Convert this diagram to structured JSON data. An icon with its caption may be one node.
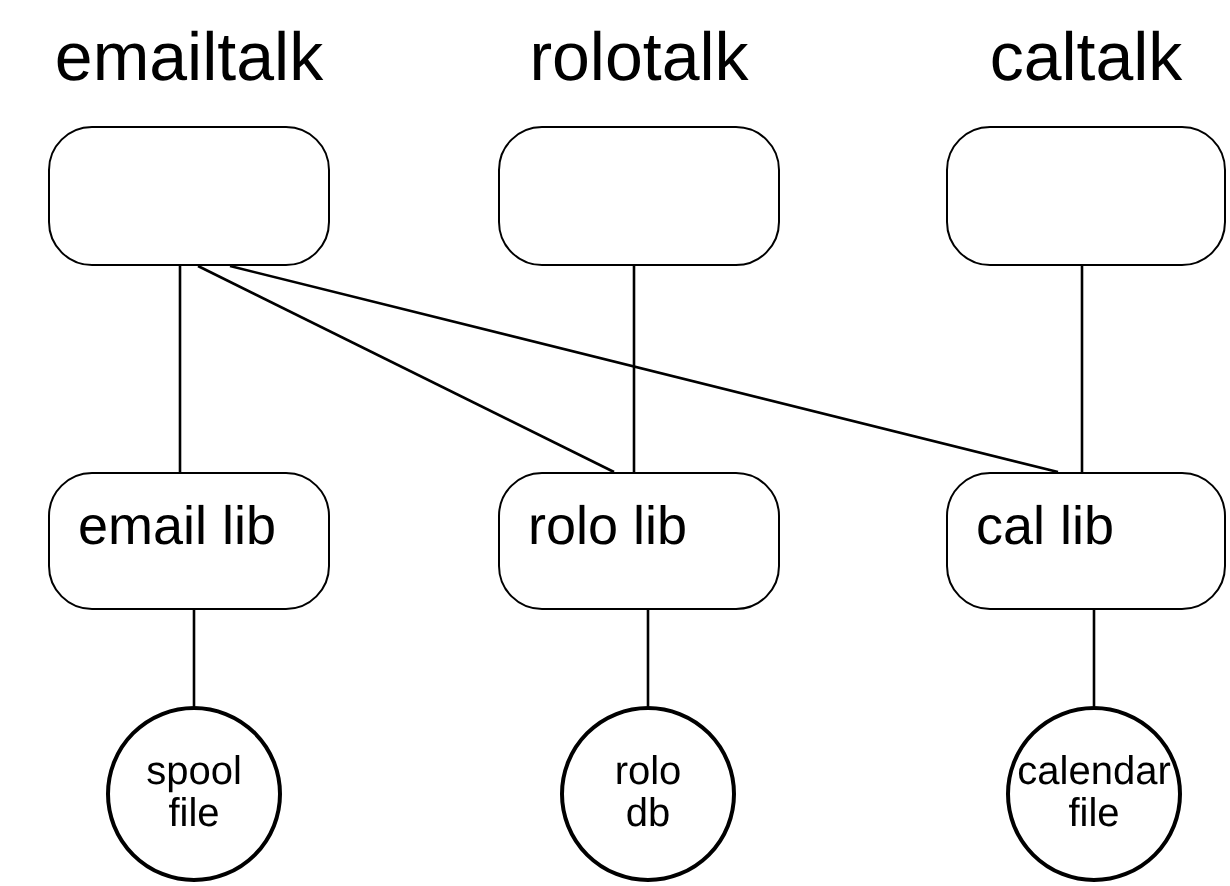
{
  "diagram": {
    "nodes": [
      {
        "text": [
          "emailtalk"
        ]
      },
      {
        "text": [
          "rolotalk"
        ]
      },
      {
        "text": [
          "caltalk"
        ]
      },
      {
        "text": [
          "email lib"
        ]
      },
      {
        "text": [
          "rolo lib"
        ]
      },
      {
        "text": [
          "cal lib"
        ]
      },
      {
        "text": [
          "spool file"
        ]
      },
      {
        "text": [
          "rolo db"
        ]
      },
      {
        "text": [
          "calendar file"
        ]
      }
    ],
    "edges": [
      {
        "from": 0,
        "to": 3,
        "arrow": "none"
      },
      {
        "from": 0,
        "to": 4,
        "arrow": "none"
      },
      {
        "from": 0,
        "to": 5,
        "arrow": "none"
      },
      {
        "from": 1,
        "to": 4,
        "arrow": "none"
      },
      {
        "from": 2,
        "to": 5,
        "arrow": "none"
      },
      {
        "from": 3,
        "to": 6,
        "arrow": "none"
      },
      {
        "from": 4,
        "to": 7,
        "arrow": "none"
      },
      {
        "from": 5,
        "to": 8,
        "arrow": "none"
      }
    ]
  }
}
